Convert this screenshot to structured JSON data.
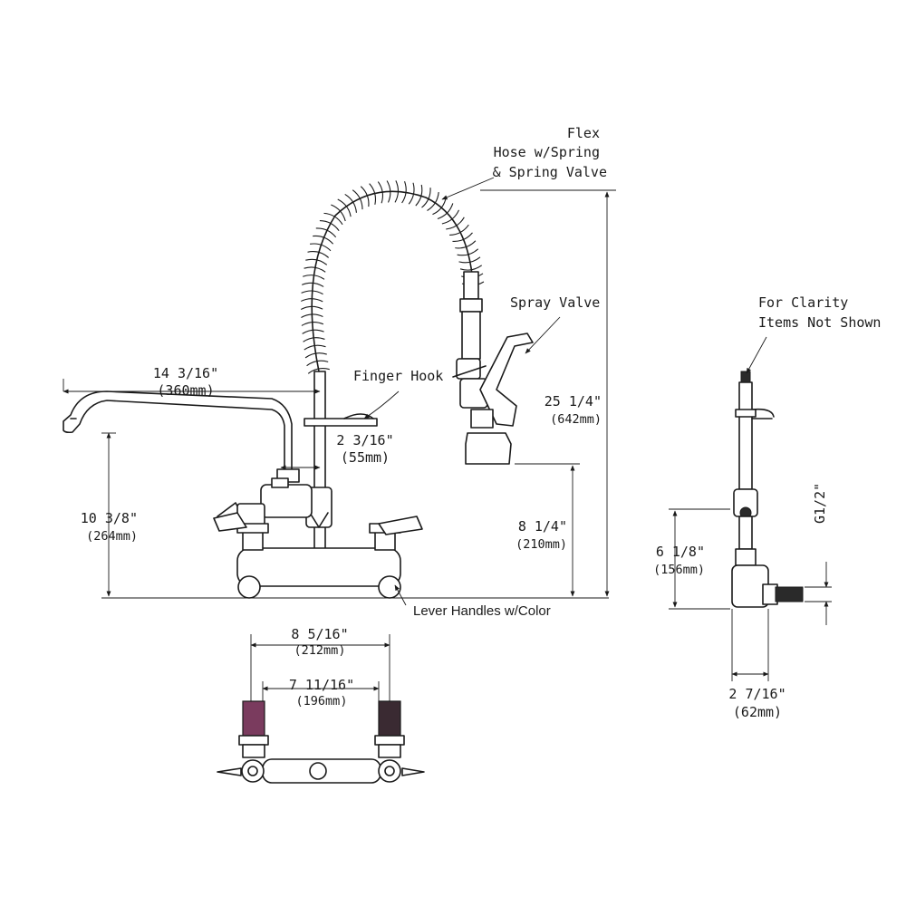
{
  "callouts": {
    "flex_hose": [
      "Flex",
      "Hose w/Spring",
      "& Spring Valve"
    ],
    "spray_valve": "Spray Valve",
    "finger_hook": "Finger Hook",
    "lever_handles": "Lever Handles w/Color",
    "for_clarity": [
      "For Clarity",
      "Items Not Shown"
    ],
    "thread": "G1/2\""
  },
  "dimensions": {
    "spout_reach": {
      "imperial": "14 3/16\"",
      "metric": "(360mm)"
    },
    "hook_offset": {
      "imperial": "2 3/16\"",
      "metric": "(55mm)"
    },
    "overall_height": {
      "imperial": "25 1/4\"",
      "metric": "(642mm)"
    },
    "valve_height": {
      "imperial": "8 1/4\"",
      "metric": "(210mm)"
    },
    "spout_height": {
      "imperial": "10 3/8\"",
      "metric": "(264mm)"
    },
    "side_height": {
      "imperial": "6 1/8\"",
      "metric": "(156mm)"
    },
    "side_depth": {
      "imperial": "2 7/16\"",
      "metric": "(62mm)"
    },
    "outer_centers": {
      "imperial": "8 5/16\"",
      "metric": "(212mm)"
    },
    "inner_centers": {
      "imperial": "7 11/16\"",
      "metric": "(196mm)"
    }
  },
  "colors": {
    "line": "#1a1a1a",
    "inlet_tint": "#7a3b5e"
  }
}
